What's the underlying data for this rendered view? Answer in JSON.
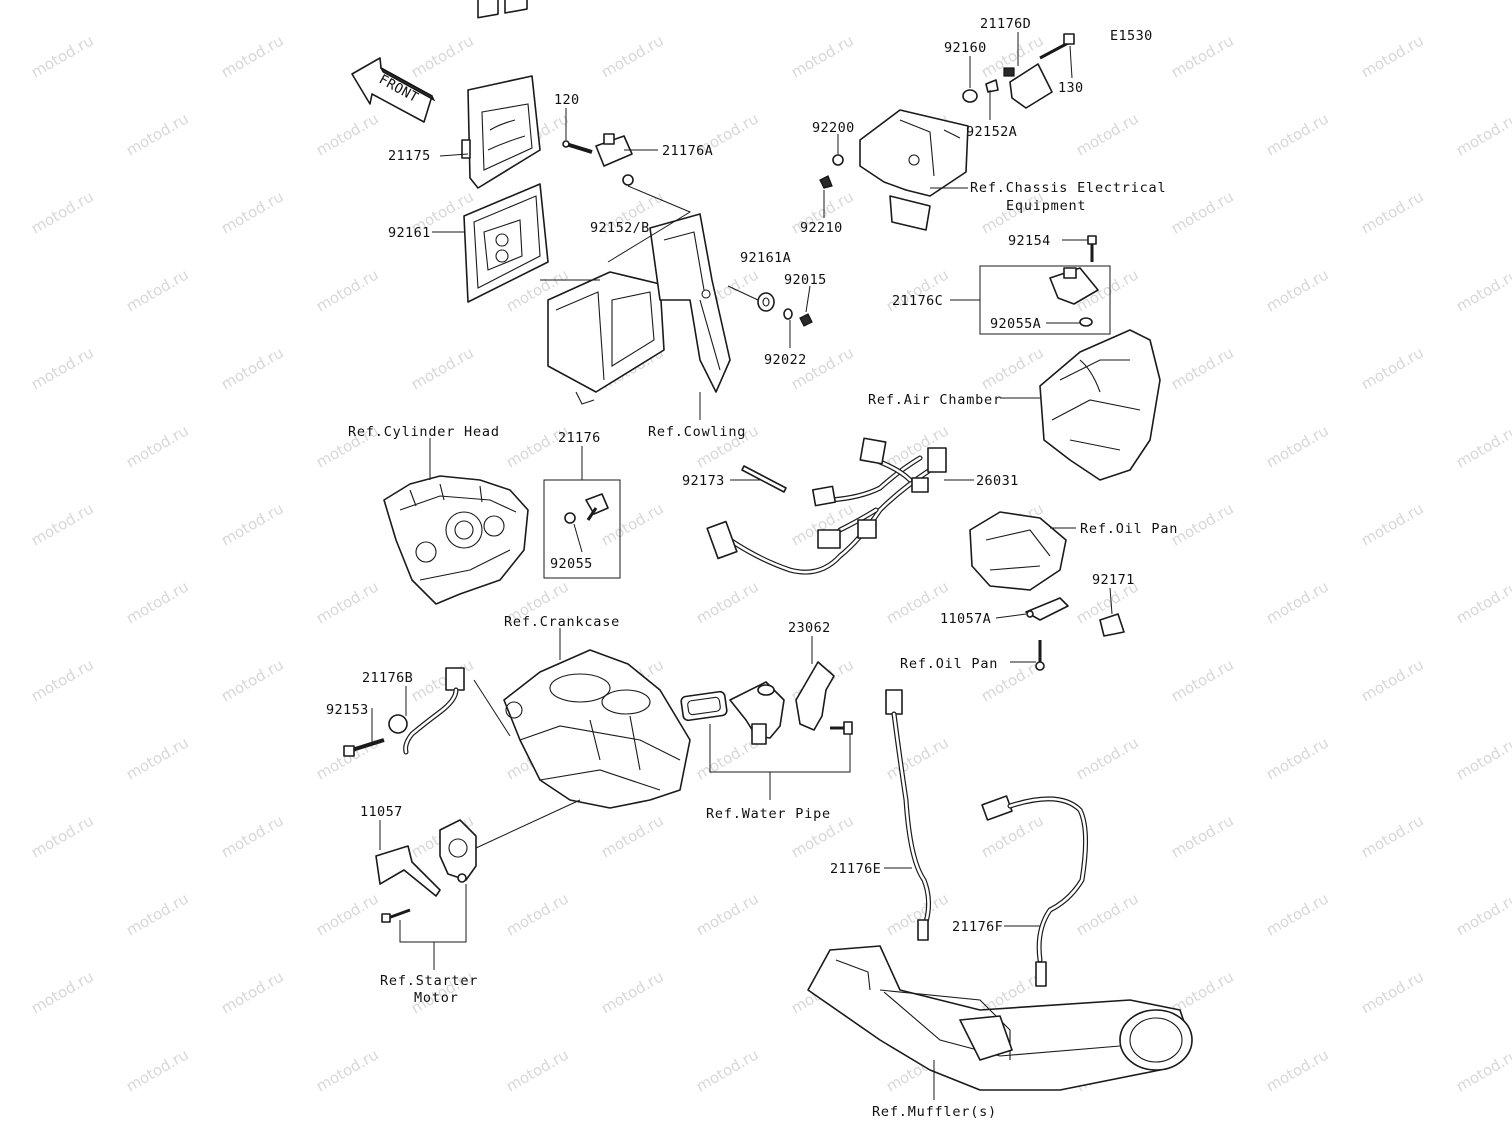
{
  "diagram": {
    "code": "E1530",
    "front_arrow_text": "FRONT",
    "watermark_text": "motod.ru",
    "parts": {
      "p21175": "21175",
      "p92161": "92161",
      "p120": "120",
      "p21176A": "21176A",
      "p92152B": "92152/B",
      "p92161A": "92161A",
      "p92015": "92015",
      "p92022": "92022",
      "p21176D": "21176D",
      "p92160": "92160",
      "p130": "130",
      "p92152A": "92152A",
      "p92200": "92200",
      "p92210": "92210",
      "p92154": "92154",
      "p21176C": "21176C",
      "p92055A": "92055A",
      "p21176": "21176",
      "p92055": "92055",
      "p92173": "92173",
      "p26031": "26031",
      "p92171": "92171",
      "p11057A": "11057A",
      "p23062": "23062",
      "p21176B": "21176B",
      "p92153": "92153",
      "p11057": "11057",
      "p21176E": "21176E",
      "p21176F": "21176F"
    },
    "refs": {
      "chassis_line1": "Ref.Chassis Electrical",
      "chassis_line2": "Equipment",
      "air_chamber": "Ref.Air Chamber",
      "cowling": "Ref.Cowling",
      "cylinder_head": "Ref.Cylinder Head",
      "oil_pan_top": "Ref.Oil Pan",
      "oil_pan_bottom": "Ref.Oil Pan",
      "crankcase": "Ref.Crankcase",
      "water_pipe": "Ref.Water Pipe",
      "starter_line1": "Ref.Starter",
      "starter_line2": "Motor",
      "muffler": "Ref.Muffler(s)"
    }
  }
}
